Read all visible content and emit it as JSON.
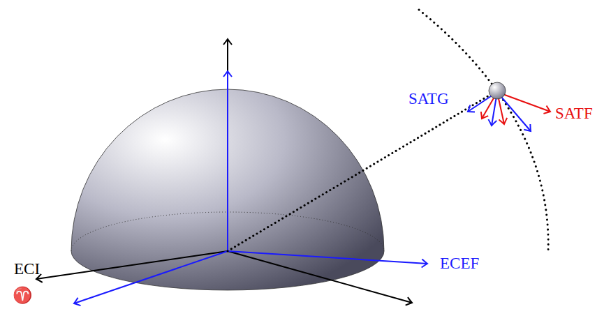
{
  "diagram": {
    "labels": [
      "ECI",
      "ECEF",
      "SATG",
      "SATF",
      "♈"
    ]
  }
}
